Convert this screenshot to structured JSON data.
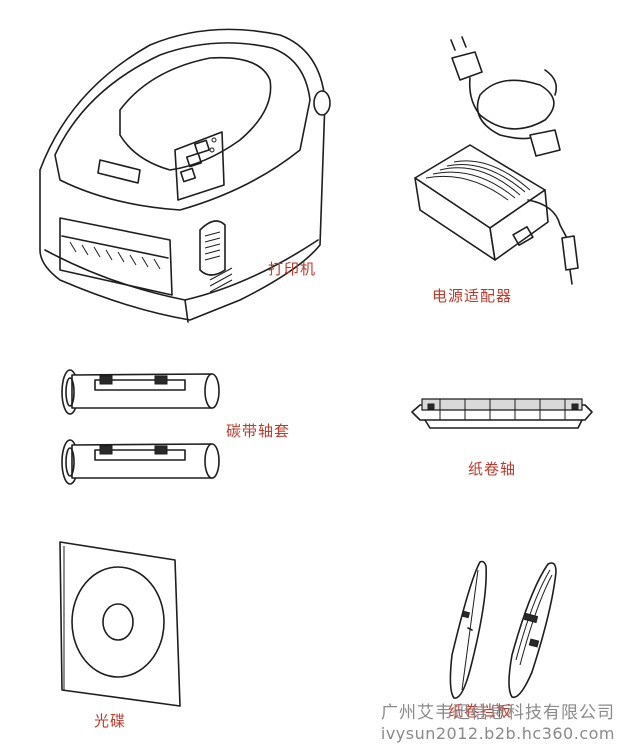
{
  "items": {
    "printer": "打印机",
    "adapter": "电源适配器",
    "ribbon_core": "碳带轴套",
    "paper_roller": "纸卷轴",
    "cd": "光碟",
    "paper_guide": "纸卷挡板"
  },
  "watermark": {
    "company": "广州艾韦迅信息科技有限公司",
    "url": "ivysun2012.b2b.hc360.com"
  },
  "colors": {
    "label": "#c0392b",
    "line": "#1e1e1e",
    "watermark": "#8a8a8a"
  }
}
